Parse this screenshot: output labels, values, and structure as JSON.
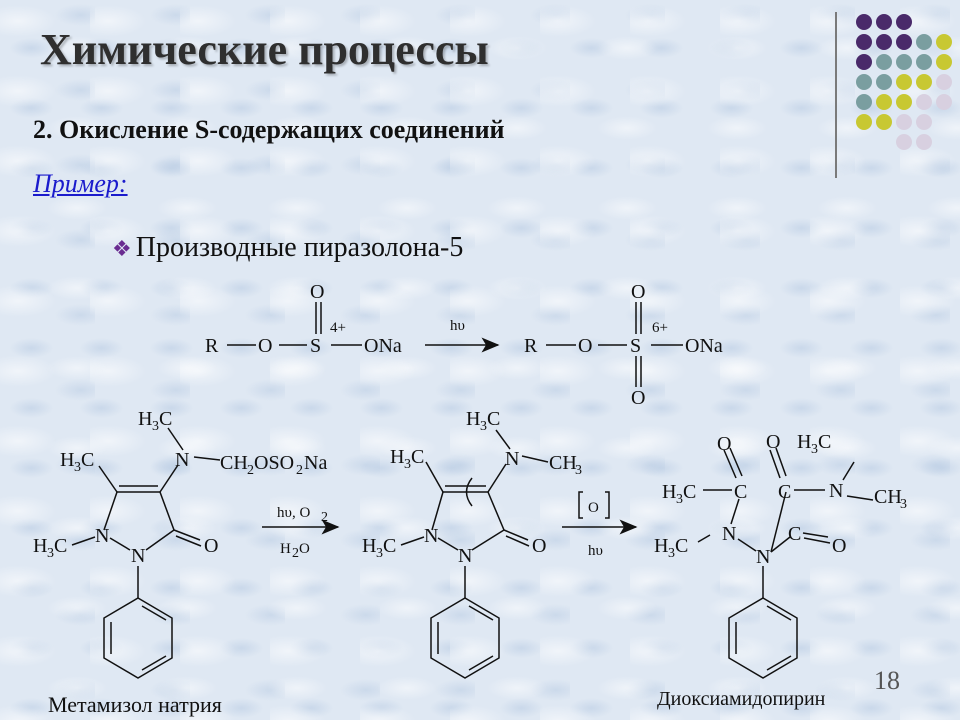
{
  "slide": {
    "title": "Химические процессы",
    "subtitle": "2. Окисление S-содержащих соединений",
    "example_link": "Пример:",
    "bullet_text": "Производные пиразолона-5",
    "page_number": "18",
    "colors": {
      "title": "#2f2f2f",
      "link": "#1b1bcc",
      "bullet_mark": "#6a2c91",
      "dot_purple": "#4a2a6a",
      "dot_teal": "#7a9ea0",
      "dot_yellow": "#c8c832",
      "dot_lavender": "#d8d0e0"
    },
    "icons": [
      "diamond-bullet-icon",
      "decorative-dot-grid"
    ]
  },
  "reaction1": {
    "R": "R",
    "O": "O",
    "S": "S",
    "ONa": "ONa",
    "ox_left": "4+",
    "ox_right": "6+",
    "hv": "hυ"
  },
  "reaction2": {
    "H": "H",
    "C": "C",
    "N": "N",
    "O": "O",
    "three": "3",
    "two": "2",
    "CH": "CH",
    "OSO": "OSO",
    "Na": "Na",
    "hv": "hυ",
    "comma_O": ", O",
    "H2O_H": "H",
    "H2O_O": "O",
    "ox_bracket": "O"
  },
  "names": {
    "metamizole": "Метамизол натрия",
    "dioxy": "Диоксиамидопирин"
  }
}
